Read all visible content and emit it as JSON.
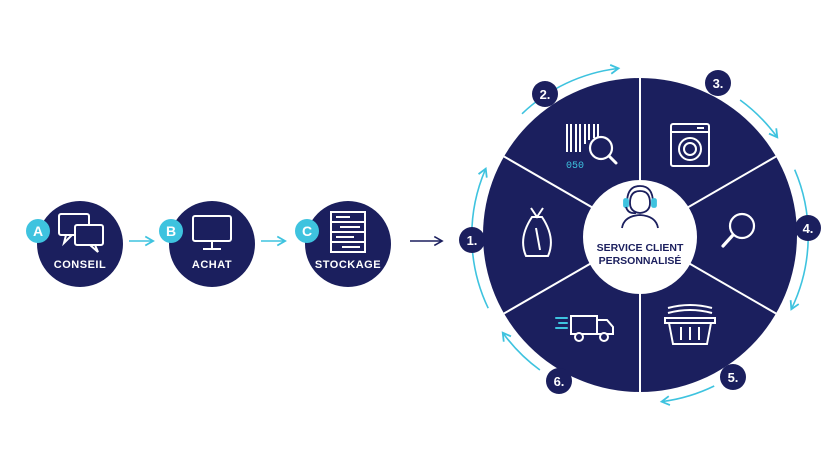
{
  "colors": {
    "navy": "#1b1f5e",
    "accent": "#3ec3df",
    "white": "#ffffff"
  },
  "steps": [
    {
      "letter": "A",
      "label": "CONSEIL",
      "icon": "chat-bubbles-icon"
    },
    {
      "letter": "B",
      "label": "ACHAT",
      "icon": "monitor-icon"
    },
    {
      "letter": "C",
      "label": "STOCKAGE",
      "icon": "shelf-icon"
    }
  ],
  "wheel": {
    "center_line1": "SERVICE CLIENT",
    "center_line2": "PERSONNALISÉ",
    "center_icon": "customer-service-agent-icon",
    "segments": [
      {
        "number": "1.",
        "icon": "bag-icon"
      },
      {
        "number": "2.",
        "icon": "barcode-search-icon",
        "barcode_text": "050"
      },
      {
        "number": "3.",
        "icon": "washing-machine-icon"
      },
      {
        "number": "4.",
        "icon": "magnifier-icon"
      },
      {
        "number": "5.",
        "icon": "laundry-basket-icon"
      },
      {
        "number": "6.",
        "icon": "delivery-truck-icon"
      }
    ]
  }
}
